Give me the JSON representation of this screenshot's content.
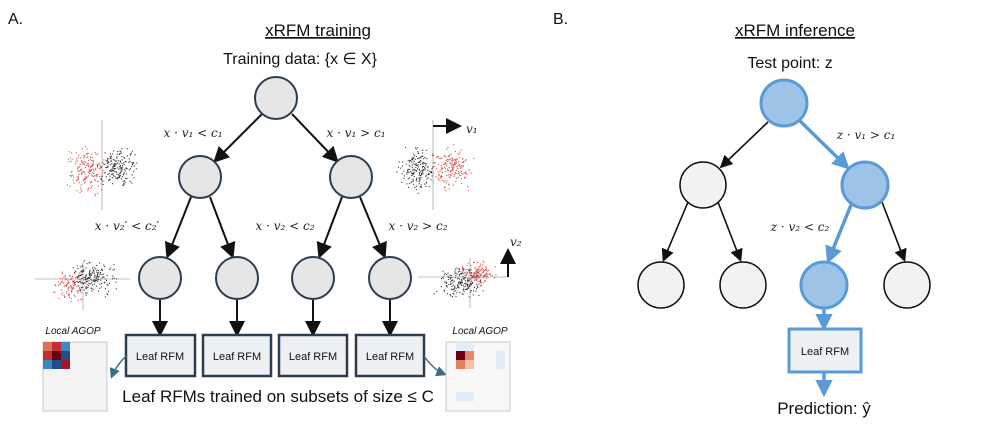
{
  "panel_a": {
    "letter": "A.",
    "title": "xRFM training",
    "subtitle": "Training data: {x ∈ X}",
    "split_labels": {
      "root_left": "x · v₁ < c₁",
      "root_right": "x · v₁ > c₁",
      "left_left": "x · v₂′ < c₂′",
      "right_left": "x · v₂ < c₂",
      "right_right": "x · v₂ > c₂"
    },
    "axis_v1": "v₁",
    "axis_v2": "v₂",
    "leaf_label": "Leaf RFM",
    "agop_label": "Local AGOP",
    "caption": "Leaf RFMs trained on subsets of size ≤ C"
  },
  "panel_b": {
    "letter": "B.",
    "title": "xRFM inference",
    "subtitle": "Test point: z",
    "split_labels": {
      "root_right": "z · v₁ > c₁",
      "right_left": "z · v₂ < c₂"
    },
    "leaf_label": "Leaf RFM",
    "prediction": "Prediction: ŷ"
  },
  "colors": {
    "path_fill": "#9dc3e6",
    "path_stroke": "#5b9bd5",
    "node_fill_a": "#e6e6e6",
    "node_fill_b": "#f2f2f2",
    "leaf_stroke": "#2b3d4f",
    "red": "#d9534f"
  }
}
